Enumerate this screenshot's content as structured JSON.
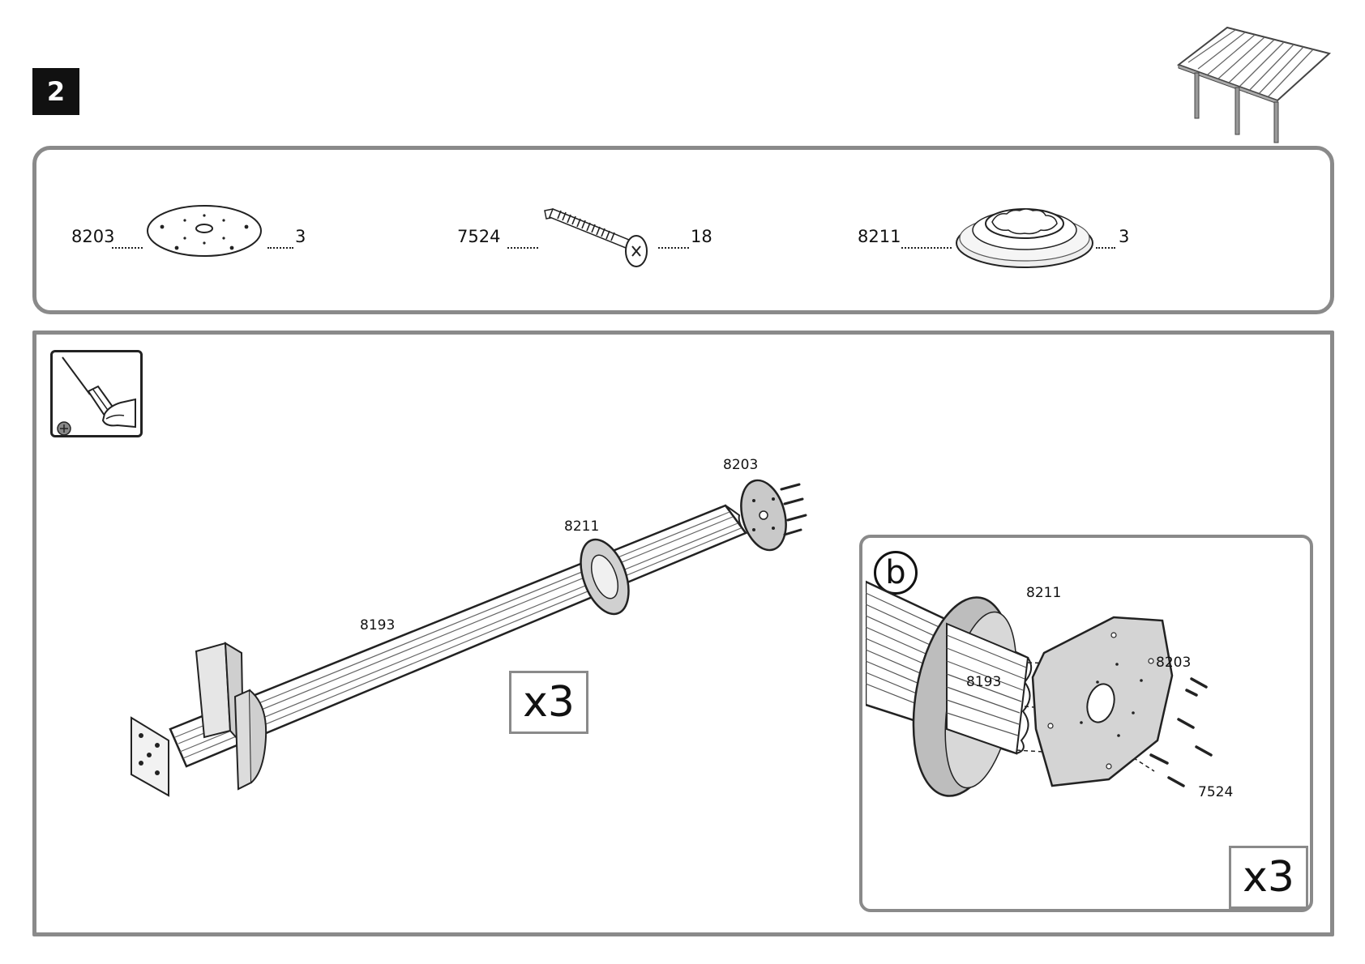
{
  "step": {
    "number": "2"
  },
  "parts": [
    {
      "code": "8203",
      "qty": "3",
      "name": "base-plate"
    },
    {
      "code": "7524",
      "qty": "18",
      "name": "screw"
    },
    {
      "code": "8211",
      "qty": "3",
      "name": "post-cover-ring"
    }
  ],
  "assembly": {
    "labels": {
      "plate": "8203",
      "ring": "8211",
      "post": "8193"
    },
    "multiplier": "x3"
  },
  "detail": {
    "letter": "b",
    "labels": {
      "ring": "8211",
      "post": "8193",
      "plate": "8203",
      "screw": "7524"
    },
    "multiplier": "x3"
  },
  "icons": [
    "step-badge",
    "pergola-thumbnail-icon",
    "screwdriver-hand-icon",
    "phillips-head-icon"
  ],
  "colors": {
    "frame": "#8a8a8a",
    "ink": "#111111",
    "metal": "#d8d8d8"
  }
}
